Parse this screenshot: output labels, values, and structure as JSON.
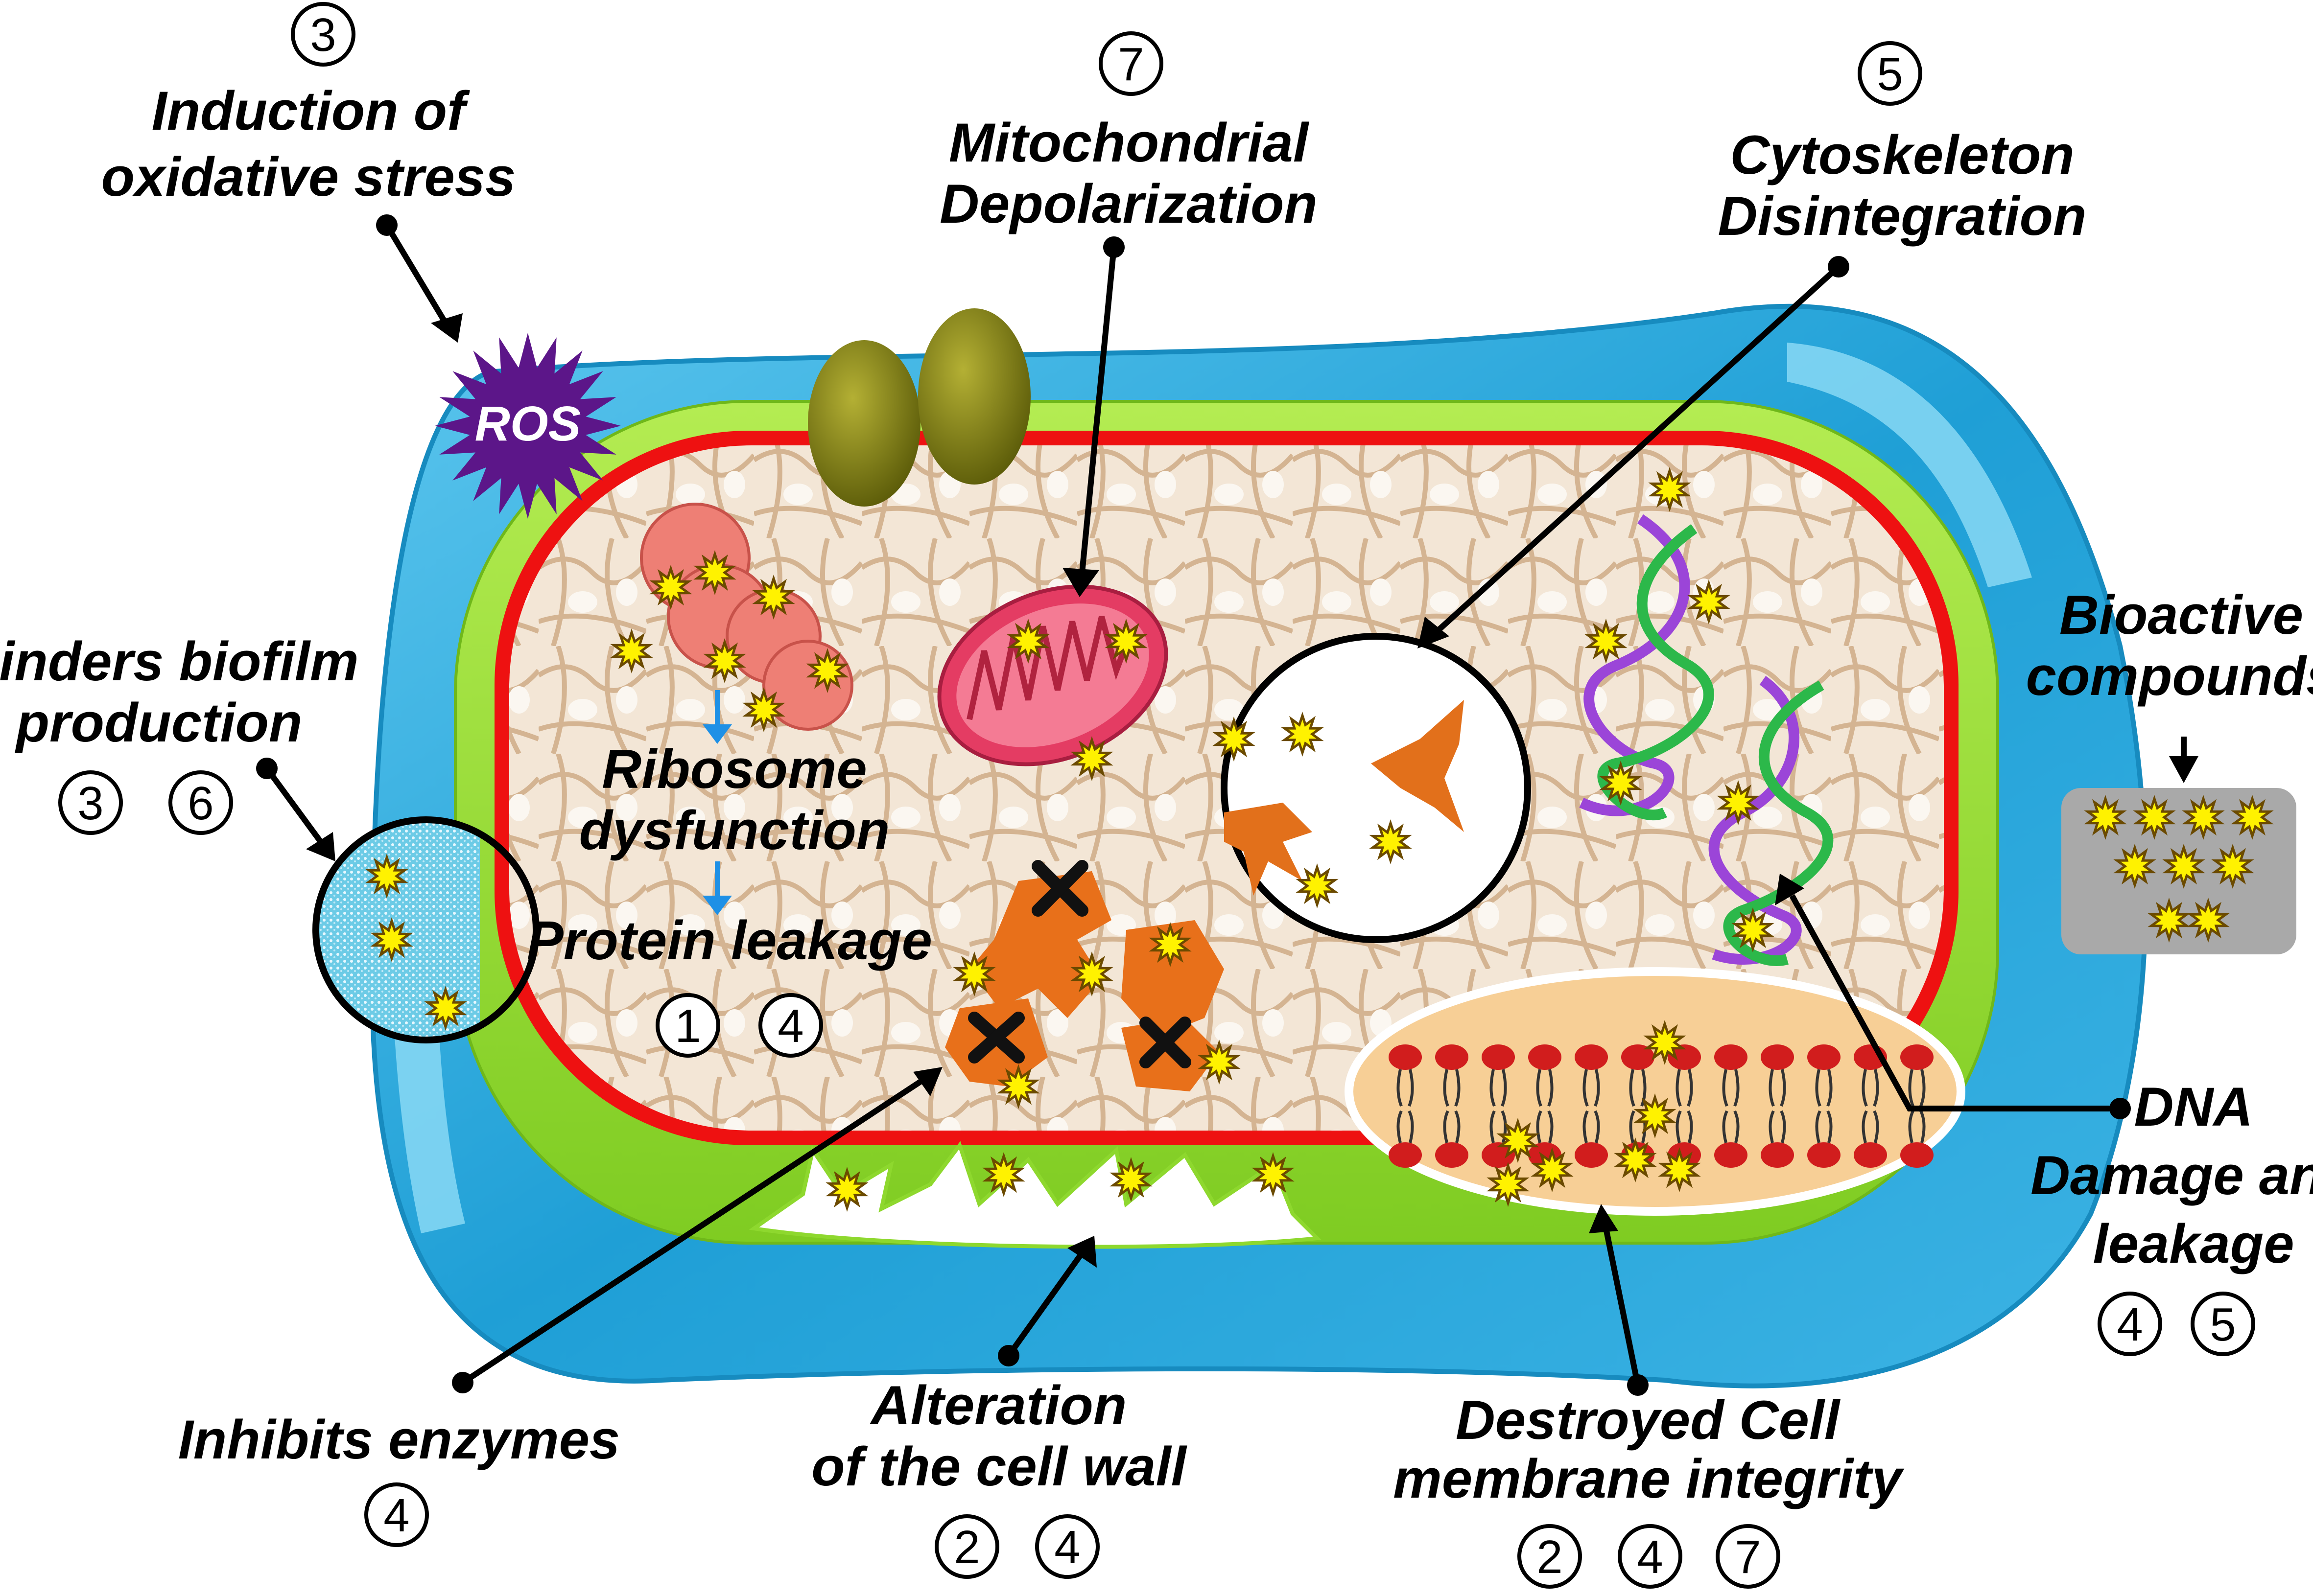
{
  "labels": {
    "oxidative_l1": "Induction of",
    "oxidative_l2": "oxidative stress",
    "mito_l1": "Mitochondrial",
    "mito_l2": "Depolarization",
    "cyto_l1": "Cytoskeleton",
    "cyto_l2": "Disintegration",
    "biofilm_l1": "Hinders biofilm",
    "biofilm_l2": "production",
    "bioactive_l1": "Bioactive",
    "bioactive_l2": "compounds",
    "ribosome_l1": "Ribosome",
    "ribosome_l2": "dysfunction",
    "protein": "Protein leakage",
    "enzymes": "Inhibits enzymes",
    "wall_l1": "Alteration",
    "wall_l2": "of the cell wall",
    "membrane_l1": "Destroyed  Cell",
    "membrane_l2": "membrane  integrity",
    "dna_l1": "DNA",
    "dna_l2": "Damage and",
    "dna_l3": "leakage",
    "ros": "ROS"
  },
  "badges": {
    "oxidative": [
      "3"
    ],
    "mito": [
      "7"
    ],
    "cyto": [
      "5"
    ],
    "biofilm": [
      "3",
      "6"
    ],
    "protein": [
      "1",
      "4"
    ],
    "enzymes": [
      "4"
    ],
    "wall": [
      "2",
      "4"
    ],
    "membrane": [
      "2",
      "4",
      "7"
    ],
    "dna": [
      "4",
      "5"
    ]
  },
  "colors": {
    "outer_wall": "#2aa8dc",
    "wall_highlight": "#7fd3f2",
    "green_layer": "#8ed82e",
    "membrane_red": "#ee1111",
    "cytoplasm": "#f1e2cf",
    "ros": "#5c1689",
    "star_fill": "#fff200",
    "enzyme": "#e8701a",
    "mitochondrion": "#e43c63",
    "ribosome": "#ee7f75",
    "bioactive_box": "#a9a9a9",
    "membrane_patch": "#f7cf96",
    "dna_purple": "#9b45d8",
    "dna_green": "#2cb84a"
  }
}
